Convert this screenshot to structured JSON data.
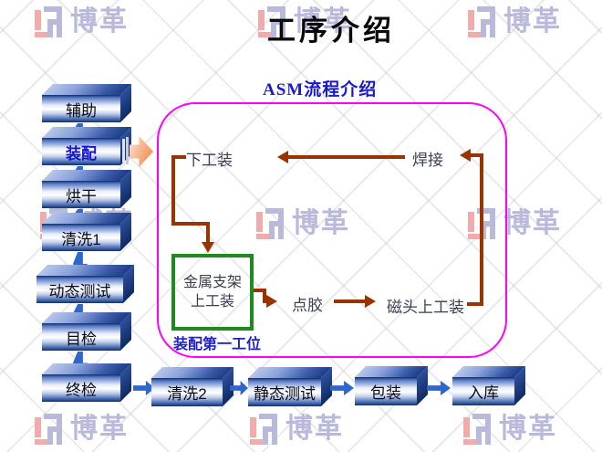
{
  "slide": {
    "title": "工序介绍"
  },
  "watermark": {
    "text": "博革",
    "pink": "#f2abab",
    "blue": "#b9b9dc"
  },
  "left_flow": {
    "items": [
      {
        "label": "辅助",
        "highlight": false
      },
      {
        "label": "装配",
        "highlight": true
      },
      {
        "label": "烘干",
        "highlight": false
      },
      {
        "label": "清洗1",
        "highlight": false
      },
      {
        "label": "动态测试",
        "highlight": false
      },
      {
        "label": "目检",
        "highlight": false
      },
      {
        "label": "终检",
        "highlight": false
      }
    ]
  },
  "asm_panel": {
    "title": "ASM流程介绍",
    "nodes": {
      "lower_fixture": "下工装",
      "welding": "焊接",
      "bracket_line1": "金属支架",
      "bracket_line2": "上工装",
      "glue": "点胶",
      "head_fixture": "磁头上工装"
    },
    "station_label": "装配第一工位"
  },
  "bottom_flow": {
    "items": [
      {
        "label": "清洗2"
      },
      {
        "label": "静态测试"
      },
      {
        "label": "包装"
      },
      {
        "label": "入库"
      }
    ]
  },
  "colors": {
    "panel_border": "#ff00ff",
    "loop_arrows": "#993300",
    "station_box_border": "#1f8a1f",
    "flow_arrows": "#2e66cc",
    "highlight_text": "#1414cc",
    "box_navy": "#10306f"
  }
}
